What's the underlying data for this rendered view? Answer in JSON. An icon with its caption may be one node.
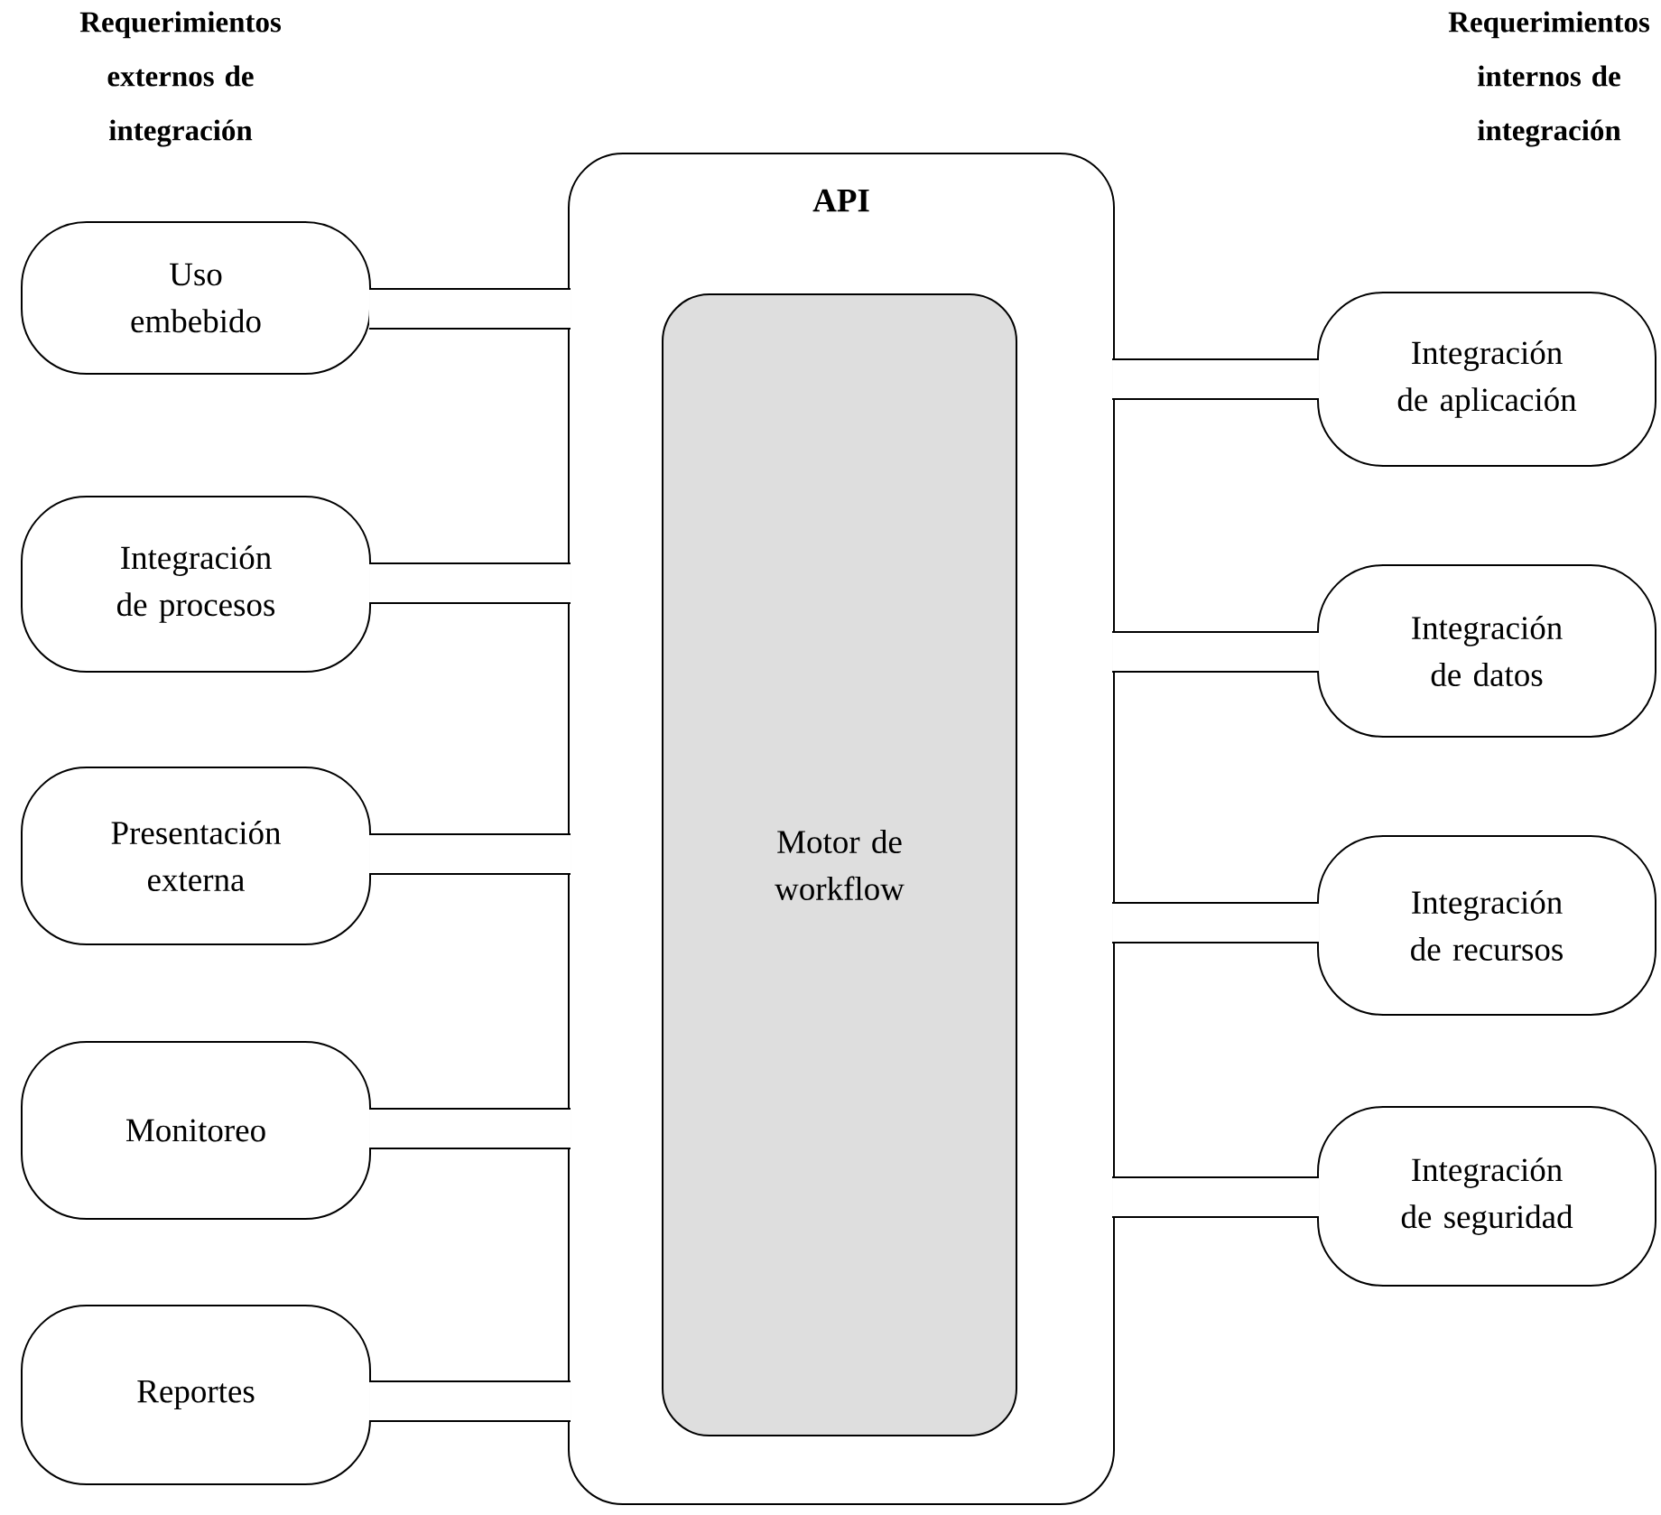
{
  "diagram": {
    "nodes": [
      {
        "text": [
          "API"
        ]
      },
      {
        "text": [
          "Motor de workflow"
        ],
        "in": 0
      },
      {
        "text": [
          "Uso embebido"
        ]
      },
      {
        "text": [
          "Integración de procesos"
        ]
      },
      {
        "text": [
          "Presentación externa"
        ]
      },
      {
        "text": [
          "Monitoreo"
        ]
      },
      {
        "text": [
          "Reportes"
        ]
      },
      {
        "text": [
          "Integración de aplicación"
        ]
      },
      {
        "text": [
          "Integración de datos"
        ]
      },
      {
        "text": [
          "Integración de recursos"
        ]
      },
      {
        "text": [
          "Integración de seguridad"
        ]
      }
    ],
    "edges": [
      {
        "from": 2,
        "to": 0,
        "arrow": "none"
      },
      {
        "from": 3,
        "to": 0,
        "arrow": "none"
      },
      {
        "from": 4,
        "to": 0,
        "arrow": "none"
      },
      {
        "from": 5,
        "to": 0,
        "arrow": "none"
      },
      {
        "from": 6,
        "to": 0,
        "arrow": "none"
      },
      {
        "from": 7,
        "to": 0,
        "arrow": "none"
      },
      {
        "from": 8,
        "to": 0,
        "arrow": "none"
      },
      {
        "from": 9,
        "to": 0,
        "arrow": "none"
      },
      {
        "from": 10,
        "to": 0,
        "arrow": "none"
      }
    ],
    "labels": [
      "Requerimientos externos de integración",
      "Requerimientos internos de integración"
    ]
  }
}
